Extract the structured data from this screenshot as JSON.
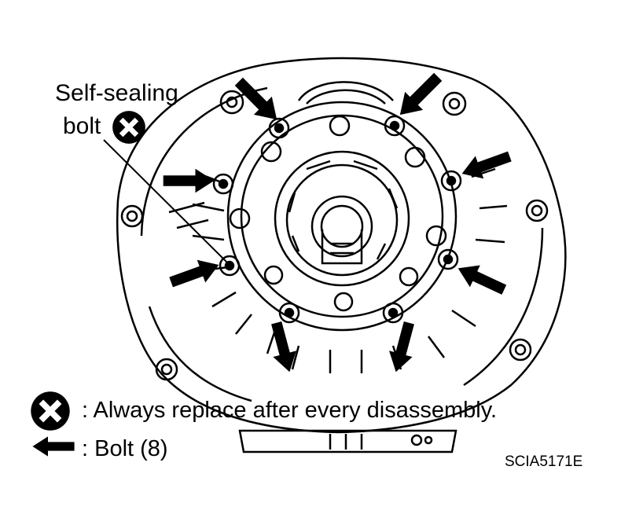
{
  "diagram": {
    "callout": {
      "line1": "Self-sealing",
      "line2": "bolt"
    },
    "legend": [
      {
        "symbol": "replace-mark-icon",
        "text": ": Always replace after every disassembly."
      },
      {
        "symbol": "arrow-left-icon",
        "text": ": Bolt (8)"
      }
    ],
    "figure_code": "SCIA5171E",
    "bolt_count": 8
  }
}
